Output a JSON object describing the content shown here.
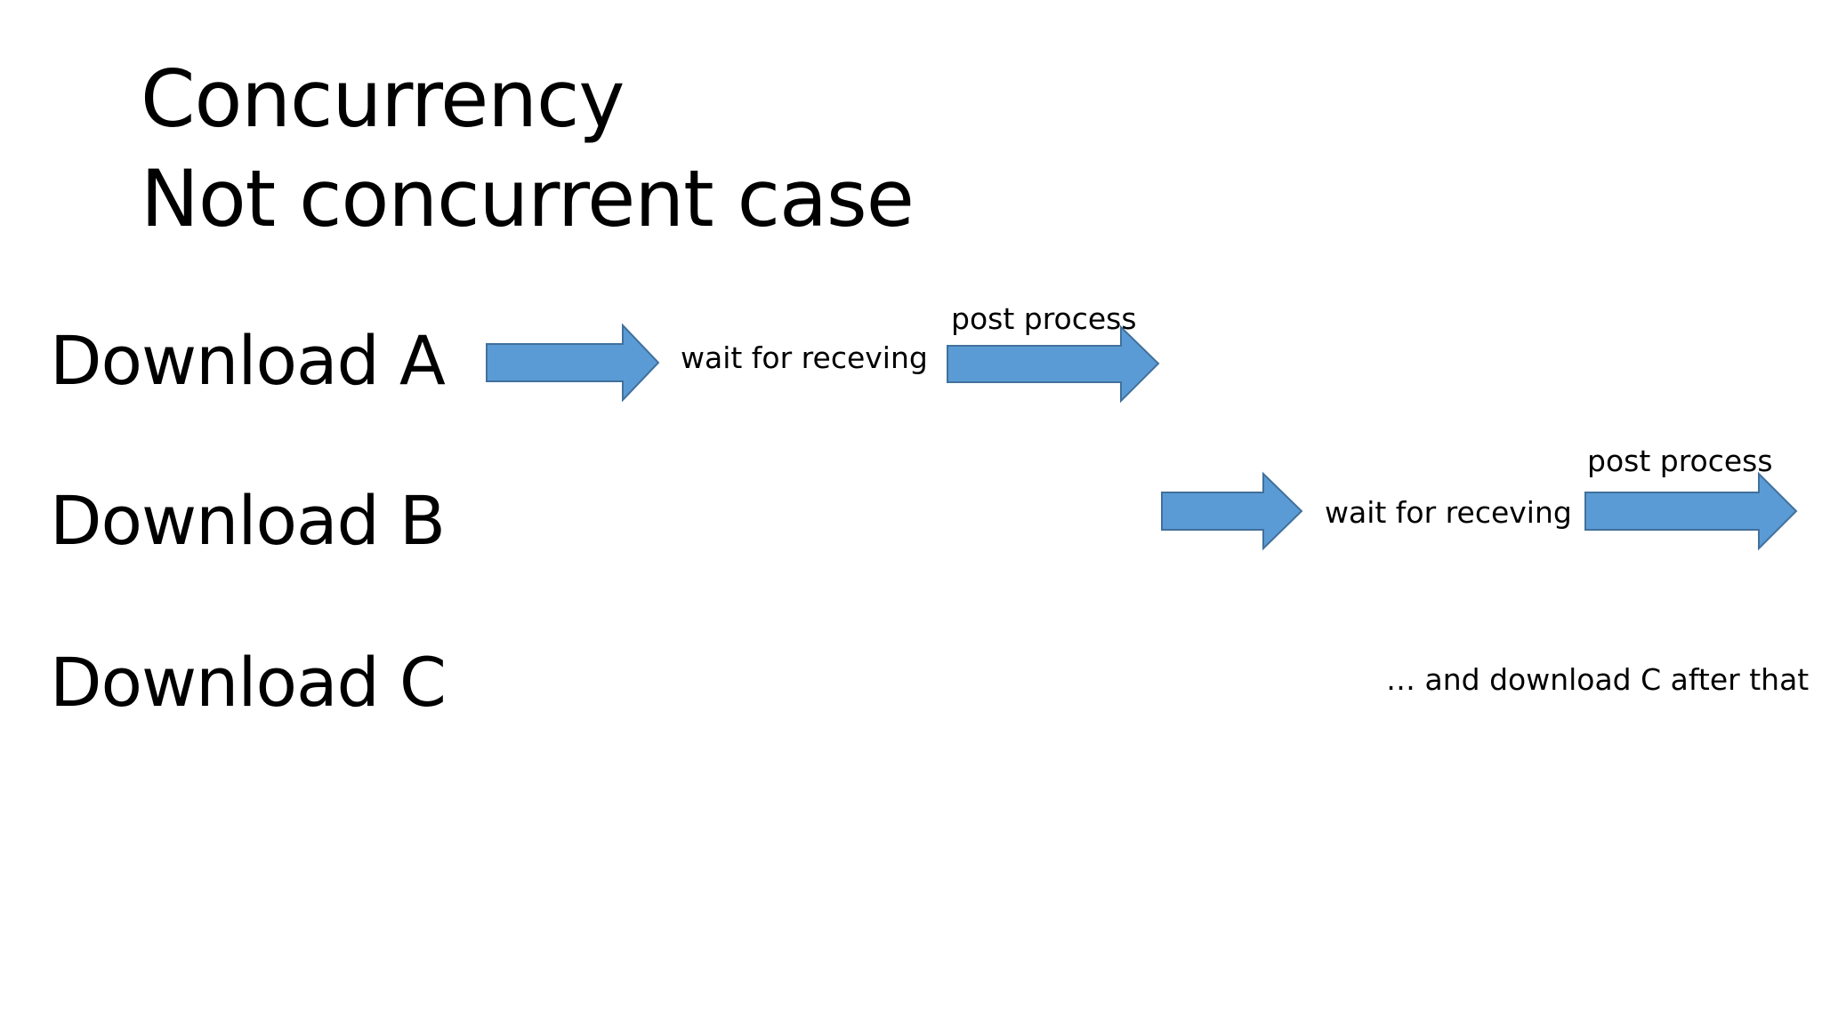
{
  "slide": {
    "title_line_1": "Concurrency",
    "title_line_2": "Not concurrent case",
    "rows": {
      "a": {
        "label": "Download A",
        "wait_caption": "wait for receving",
        "post_caption": "post process"
      },
      "b": {
        "label": "Download B",
        "wait_caption": "wait for receving",
        "post_caption": "post process"
      },
      "c": {
        "label": "Download C",
        "note": "… and download C after that"
      }
    },
    "colors": {
      "arrow_fill": "#5b9bd5",
      "arrow_stroke": "#41719c",
      "text": "#000000",
      "background": "#ffffff"
    },
    "icons": [
      "right-block-arrow"
    ]
  }
}
